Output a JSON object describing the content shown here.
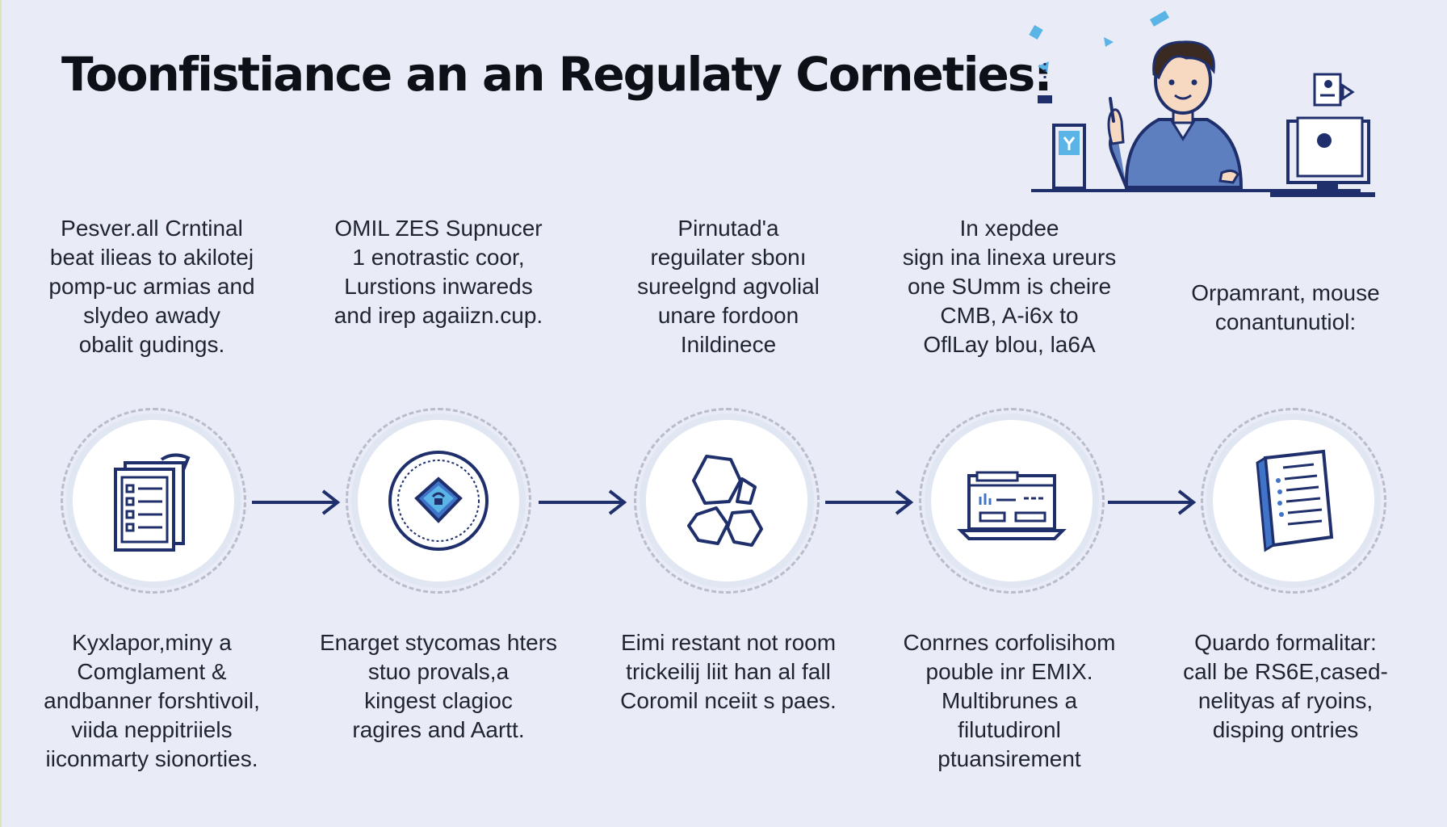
{
  "title": "Toonfistiance an an Regulaty Corneties:",
  "steps": [
    {
      "top": [
        "Pesver.all Crntinal",
        "beat ilieas to akilotej",
        "pomp-uc armias and",
        "slydeo awady",
        "obalit gudings."
      ],
      "icon": "checklist-document-icon",
      "bottom": [
        "Kyxlapor,miny a",
        "Comglament &",
        "andbanner forshtivoil,",
        "viida neppitriiels",
        "iiconmarty sionorties."
      ]
    },
    {
      "top": [
        "OMIL ZES Supnucer",
        "1 enotrastic coor,",
        "Lurstions inwareds",
        "and irep agaiizn.cup."
      ],
      "icon": "shield-badge-icon",
      "bottom": [
        "Enarget stycomas hters",
        "stuo provals,a",
        "kingest clagioc",
        "ragires and Aartt."
      ]
    },
    {
      "top": [
        "Pirnutad'a",
        "reguilater sbonı",
        "sureelgnd agvolial",
        "unare fordoon",
        "Inildinece"
      ],
      "icon": "puzzle-network-icon",
      "bottom": [
        "Eimi restant not room",
        "trickeilij liit han al fall",
        "Coromil nceiit s paes."
      ]
    },
    {
      "top": [
        "In xepdee",
        "sign ina linexa ureurs",
        "one SUmm is cheire",
        "CMB, A-i6x to",
        "OflLay blou, la6A"
      ],
      "icon": "laptop-dashboard-icon",
      "bottom": [
        "Conrnes corfolisihom",
        "pouble inr EMIX.",
        "Multibrunes a",
        "filutudironl",
        "ptuansirement"
      ]
    },
    {
      "top": [
        "Orpamrant, mouse",
        "conantunutiol:"
      ],
      "icon": "report-book-icon",
      "bottom": [
        "Quardo formalitar:",
        "call be RS6E,cased-",
        "nelityas af ryoins,",
        "disping ontries"
      ]
    }
  ],
  "colors": {
    "background": "#e9ecf6",
    "accent_navy": "#1f2f6b",
    "accent_blue": "#3f74c9",
    "sky": "#5ab4e6"
  },
  "hero_icons": [
    "person-pointing-icon",
    "computer-monitor-icon",
    "server-tower-icon"
  ]
}
